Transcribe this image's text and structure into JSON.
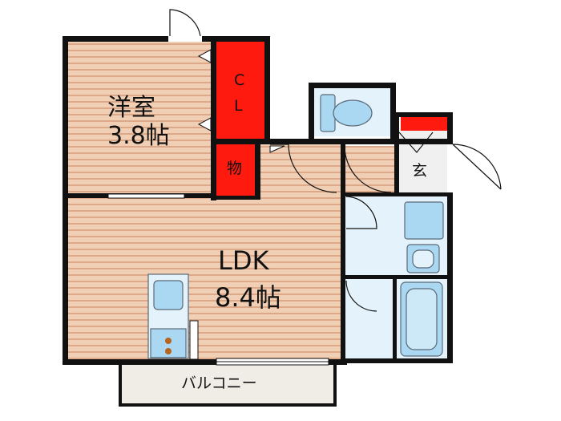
{
  "rooms": {
    "western": {
      "name": "洋室",
      "size": "3.8帖"
    },
    "ldk": {
      "name": "LDK",
      "size": "8.4帖"
    },
    "closet": {
      "c": "C",
      "l": "L"
    },
    "storage": "物",
    "entrance": "玄",
    "balcony": "バルコニー"
  },
  "colors": {
    "wall": "#111111",
    "floor_wood": "#f1cfb4",
    "floor_stripe": "#dba889",
    "closet_red": "#ff1a10",
    "wet_area": "#e4f2fb",
    "fixture_blue": "#aad7f2",
    "fixture_outline": "#5a6a78",
    "entrance_floor": "#f0f0f0",
    "balcony_floor": "#f0ece6"
  },
  "icons": [
    "door-swing-icon",
    "toilet-icon",
    "washbasin-icon",
    "bathtub-icon",
    "washing-machine-icon",
    "kitchen-sink-icon",
    "stove-icon"
  ]
}
